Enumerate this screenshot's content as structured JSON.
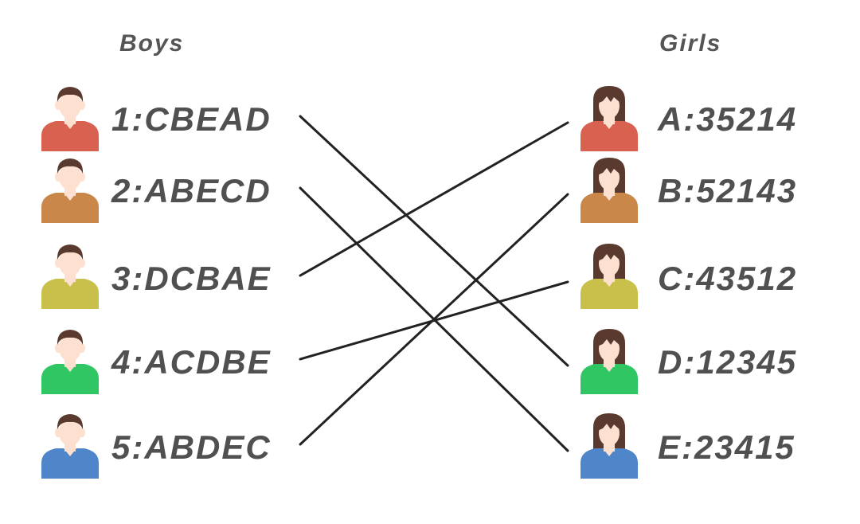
{
  "headers": {
    "boys": "Boys",
    "girls": "Girls"
  },
  "boys": [
    {
      "label": "1:CBEAD",
      "shirt": "#d9614f",
      "hair": "#5a3a2e"
    },
    {
      "label": "2:ABECD",
      "shirt": "#c9874a",
      "hair": "#5a3a2e"
    },
    {
      "label": "3:DCBAE",
      "shirt": "#c8c04a",
      "hair": "#5a3a2e"
    },
    {
      "label": "4:ACDBE",
      "shirt": "#2fc663",
      "hair": "#5a3a2e"
    },
    {
      "label": "5:ABDEC",
      "shirt": "#4f86c9",
      "hair": "#5a3a2e"
    }
  ],
  "girls": [
    {
      "label": "A:35214",
      "shirt": "#d9614f",
      "hair": "#5a3a2e"
    },
    {
      "label": "B:52143",
      "shirt": "#c9874a",
      "hair": "#5a3a2e"
    },
    {
      "label": "C:43512",
      "shirt": "#c8c04a",
      "hair": "#5a3a2e"
    },
    {
      "label": "D:12345",
      "shirt": "#2fc663",
      "hair": "#5a3a2e"
    },
    {
      "label": "E:23415",
      "shirt": "#4f86c9",
      "hair": "#5a3a2e"
    }
  ],
  "matches": [
    {
      "boy": 1,
      "girl": "D"
    },
    {
      "boy": 2,
      "girl": "E"
    },
    {
      "boy": 3,
      "girl": "A"
    },
    {
      "boy": 4,
      "girl": "C"
    },
    {
      "boy": 5,
      "girl": "B"
    }
  ],
  "colors": {
    "skin": "#fde0cf",
    "line": "#222222",
    "text": "#505050"
  }
}
